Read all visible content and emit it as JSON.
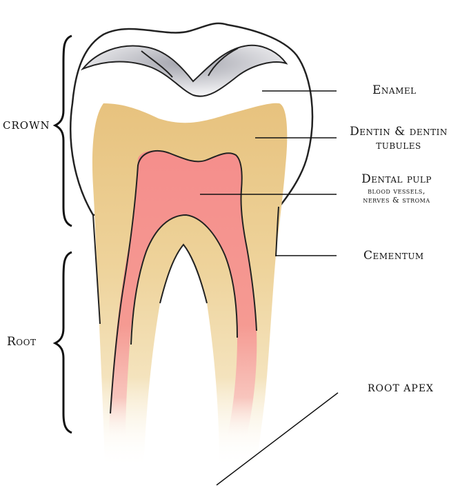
{
  "labels": {
    "crown": "CROWN",
    "root": "Root",
    "enamel": "Enamel",
    "dentin_line1": "Dentin & dentin",
    "dentin_line2": "tubules",
    "pulp_title": "Dental pulp",
    "pulp_sub1": "blood vessels,",
    "pulp_sub2": "nerves & stroma",
    "cementum": "Cementum",
    "root_apex": "ROOT APEX"
  },
  "colors": {
    "enamel": "#ffffff",
    "enamel_shadow": "#a9a9b3",
    "dentin": "#e8c98a",
    "pulp": "#f28b8b",
    "outline": "#222222"
  }
}
